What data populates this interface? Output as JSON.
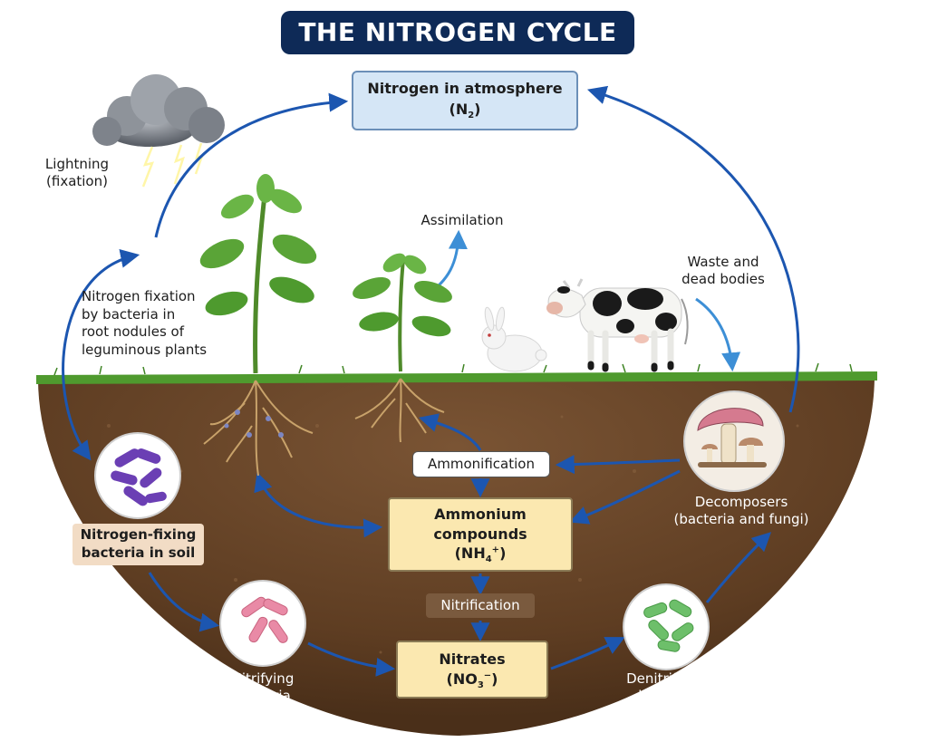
{
  "title": "THE NITROGEN CYCLE",
  "atmosphere": {
    "line1": "Nitrogen in atmosphere",
    "line2": "N",
    "sub": "2"
  },
  "lightning": {
    "line1": "Lightning",
    "line2": "(fixation)"
  },
  "assimilation": "Assimilation",
  "waste": {
    "line1": "Waste and",
    "line2": "dead bodies"
  },
  "root_fixation": {
    "line1": "Nitrogen fixation",
    "line2": "by bacteria in",
    "line3": "root nodules of",
    "line4": "leguminous plants"
  },
  "ammonification": "Ammonification",
  "ammonium": {
    "line1": "Ammonium",
    "line2": "compounds",
    "formula": "NH",
    "sub": "4",
    "sup": "+"
  },
  "nitrification": "Nitrification",
  "nitrates": {
    "line1": "Nitrates",
    "formula": "NO",
    "sub": "3",
    "sup": "−"
  },
  "fixing_bacteria": {
    "line1": "Nitrogen-fixing",
    "line2": "bacteria in soil"
  },
  "nitrifying": {
    "line1": "Nitrifying",
    "line2": "bacteria"
  },
  "denitrifying": {
    "line1": "Denitrifying",
    "line2": "bacteria"
  },
  "decomposers": {
    "line1": "Decomposers",
    "line2": "(bacteria and fungi)"
  },
  "colors": {
    "arrow": "#1c56b0",
    "soil": "#6e4a2c",
    "grass": "#4f9a2e",
    "title_bg": "#0e2a57",
    "atm_box": "#d5e6f6",
    "soil_box": "#fbe8b0"
  }
}
